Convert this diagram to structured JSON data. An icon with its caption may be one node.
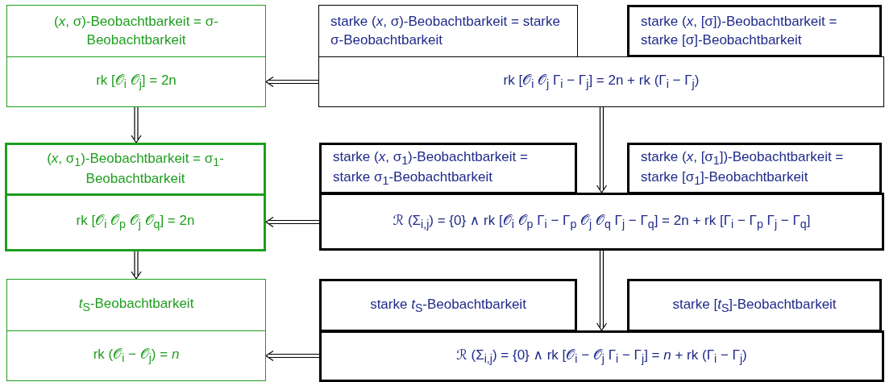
{
  "diagram": {
    "nodes": [
      {
        "text": [
          "(*x*, σ)-Beobachtbarkeit = σ-Beobachtbarkeit",
          "rk [𝒪$_{i}$   𝒪$_{j}$] = 2n"
        ]
      },
      {
        "text": [
          "starke (*x*, σ)-Beobachtbarkeit = starke σ-Beobachtbarkeit"
        ]
      },
      {
        "text": [
          "starke (*x*, [σ])-Beobachtbarkeit = starke [σ]-Beobachtbarkeit"
        ]
      },
      {
        "text": [
          "rk [𝒪$_{i}$   𝒪$_{j}$   Γ$_{i}$ − Γ$_{j}$] = 2n + rk (Γ$_{i}$ − Γ$_{j}$)"
        ]
      },
      {
        "text": [
          "(*x*, σ$_{1}$)-Beobachtbarkeit = σ$_{1}$-Beobachtbarkeit",
          "rk [𝒪$_{i}$ 𝒪$_{p}$ 𝒪$_{j}$ 𝒪$_{q}$] = 2n"
        ]
      },
      {
        "text": [
          "starke (*x*, σ$_{1}$)-Beobachtbarkeit = starke σ$_{1}$-Beobachtbarkeit"
        ]
      },
      {
        "text": [
          "starke (*x*, [σ$_{1}$])-Beobachtbarkeit = starke [σ$_{1}$]-Beobachtbarkeit"
        ]
      },
      {
        "text": [
          "ℛ (Σ$_{i,j}$) = {0} ∧ rk [𝒪$_{i}$ 𝒪$_{p}$ Γ$_{i}$ − Γ$_{p}$ 𝒪$_{j}$ 𝒪$_{q}$ Γ$_{j}$ − Γ$_{q}$] = 2n + rk [Γ$_{i}$ − Γ$_{p}$ Γ$_{j}$ − Γ$_{q}$]"
        ]
      },
      {
        "text": [
          "*t*$_{S}$-Beobachtbarkeit",
          "rk (𝒪$_{i}$ − 𝒪$_{j}$) = *n*"
        ]
      },
      {
        "text": [
          "starke *t*$_{S}$-Beobachtbarkeit"
        ]
      },
      {
        "text": [
          "starke [*t*$_{S}$]-Beobachtbarkeit"
        ]
      },
      {
        "text": [
          "ℛ (Σ$_{i,j}$) = {0} ∧ rk [𝒪$_{i}$ − 𝒪$_{j}$   Γ$_{i}$ − Γ$_{j}$] = *n* + rk (Γ$_{i}$ − Γ$_{j}$)"
        ]
      }
    ],
    "edges": [
      {
        "from": 3,
        "to": 0,
        "arrow": "to"
      },
      {
        "from": 0,
        "to": 4,
        "arrow": "to"
      },
      {
        "from": 3,
        "to": 7,
        "arrow": "to"
      },
      {
        "from": 7,
        "to": 4,
        "arrow": "to"
      },
      {
        "from": 4,
        "to": 8,
        "arrow": "to"
      },
      {
        "from": 7,
        "to": 11,
        "arrow": "to"
      },
      {
        "from": 11,
        "to": 8,
        "arrow": "to"
      }
    ]
  }
}
